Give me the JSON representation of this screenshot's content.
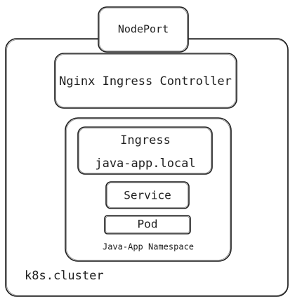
{
  "diagram": {
    "nodeport": "NodePort",
    "nginx_controller": "Nginx Ingress Controller",
    "ingress_title": "Ingress",
    "ingress_host": "java-app.local",
    "service": "Service",
    "pod": "Pod",
    "namespace_label": "Java-App Namespace",
    "cluster_label": "k8s.cluster"
  }
}
